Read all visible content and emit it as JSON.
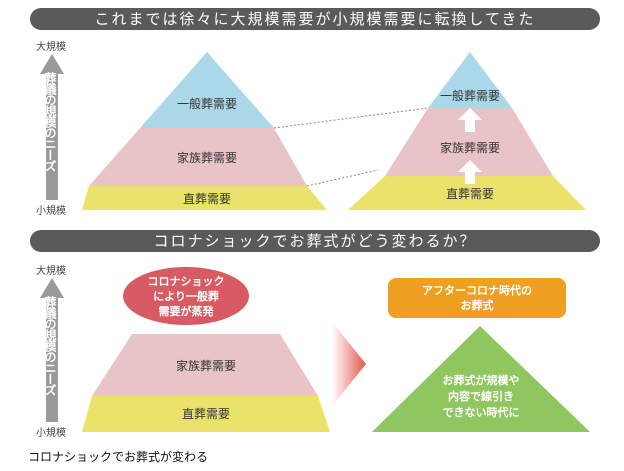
{
  "section1": {
    "title": "これまでは徐々に大規模需要が小規模需要に転換してきた"
  },
  "section2": {
    "title": "コロナショックでお葬式がどう変わるか？"
  },
  "axis": {
    "top_label": "大規模",
    "bottom_label": "小規模",
    "vertical_label": "葬儀の規模のニーズ"
  },
  "pyramid_before": {
    "top": "一般葬需要",
    "middle": "家族葬需要",
    "bottom": "直葬需要"
  },
  "pyramid_after": {
    "top": "一般葬需要",
    "middle": "家族葬需要",
    "bottom": "直葬需要"
  },
  "corona_bubble": {
    "line1": "コロナショック",
    "line2": "により一般葬",
    "line3": "需要が蒸発"
  },
  "trapezoid": {
    "middle": "家族葬需要",
    "bottom": "直葬需要"
  },
  "after_corona_box": {
    "line1": "アフターコロナ時代の",
    "line2": "お葬式"
  },
  "green_pyramid": {
    "line1": "お葬式が規模や",
    "line2": "内容で線引き",
    "line3": "できない時代に"
  },
  "caption": "コロナショックでお葬式が変わる",
  "colors": {
    "bar": "#5a5a5a",
    "blue": "#aad8e8",
    "pink": "#e8c3c8",
    "yellow": "#eae36a",
    "red_bubble": "#d85b64",
    "orange": "#f0a020",
    "green": "#8fc660",
    "arrow_gray": "#9a9a9a"
  }
}
